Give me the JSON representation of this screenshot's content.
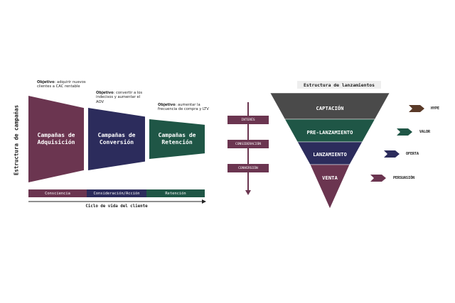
{
  "left": {
    "vertical_title": "Estructura de campañas",
    "objectives": [
      {
        "bold": "Objetivo",
        "text": ": adquirir nuevos clientes a CAC rentable"
      },
      {
        "bold": "Objetivo",
        "text": ": convertir a los indecisos y aumentar el AOV"
      },
      {
        "bold": "Objetivo",
        "text": ": aumentar la frecuencia de compra y LTV"
      }
    ],
    "cards": [
      {
        "label": "Campañas de Adquisición",
        "color": "#6b3550"
      },
      {
        "label": "Campañas de Conversión",
        "color": "#2c2c5c"
      },
      {
        "label": "Campañas de Retención",
        "color": "#1f5646"
      }
    ],
    "stages": [
      {
        "label": "Consciencia",
        "color": "#6b3550"
      },
      {
        "label": "Consideración/Acción",
        "color": "#2c2c5c"
      },
      {
        "label": "Retención",
        "color": "#1f5646"
      }
    ],
    "axis_label": "Ciclo de vida del cliente"
  },
  "timeline": {
    "items": [
      "INTERÉS",
      "CONSIDERACIÓN",
      "CONVERSIÓN"
    ]
  },
  "right": {
    "title": "Estructura de lanzamientos",
    "levels": [
      {
        "label": "CAPTACIÓN",
        "color": "#4a4a4a",
        "tag": "HYPE",
        "tag_color": "#5a3a28"
      },
      {
        "label": "PRE-LANZAMIENTO",
        "color": "#1f5646",
        "tag": "VALOR",
        "tag_color": "#1f5646"
      },
      {
        "label": "LANZAMIENTO",
        "color": "#2c2c5c",
        "tag": "OFERTA",
        "tag_color": "#2c2c5c"
      },
      {
        "label": "VENTA",
        "color": "#6b3550",
        "tag": "PERSUASIÓN",
        "tag_color": "#6b3550"
      }
    ]
  }
}
